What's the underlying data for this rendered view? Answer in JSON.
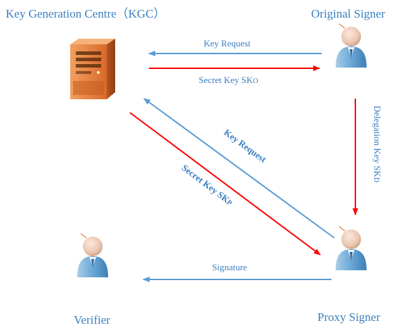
{
  "nodes": {
    "kgc": {
      "label": "Key Generation Centre（KGC）",
      "icon": "server-icon"
    },
    "original_signer": {
      "label": "Original Signer",
      "icon": "user-icon"
    },
    "proxy_signer": {
      "label": "Proxy Signer",
      "icon": "user-icon"
    },
    "verifier": {
      "label": "Verifier",
      "icon": "user-icon"
    }
  },
  "edges": {
    "key_request_1": {
      "label": "Key Request",
      "color": "#5b9bd5"
    },
    "secret_key_sko": {
      "label": "Secret Key SK",
      "sub": "O",
      "color": "#ff0000"
    },
    "key_request_2": {
      "label": "Key Request",
      "color": "#5b9bd5"
    },
    "secret_key_skp": {
      "label": "Secret Key SK",
      "sub": "P",
      "color": "#ff0000"
    },
    "delegation_key": {
      "label": "Delegation Key SK",
      "sub": "D",
      "color": "#ff0000"
    },
    "signature": {
      "label": "Signature",
      "color": "#5b9bd5"
    }
  },
  "colors": {
    "label_blue": "#3a7fc0",
    "arrow_blue": "#5b9bd5",
    "arrow_red": "#ff0000",
    "server_orange": "#e07a3a"
  }
}
